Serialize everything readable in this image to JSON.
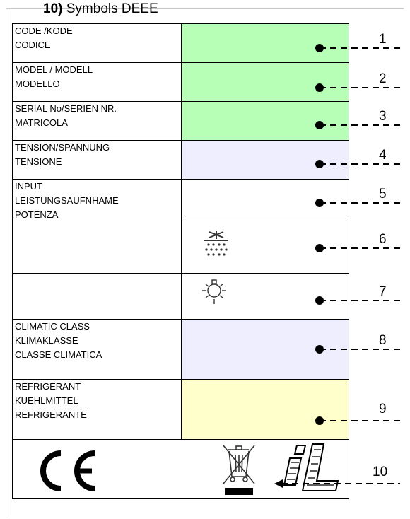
{
  "heading": {
    "number": "10)",
    "text": "Symbols DEEE"
  },
  "rows": [
    {
      "label": "CODE /KODE\nCODICE",
      "color": "#b7ffb7"
    },
    {
      "label": "MODEL / MODELL\nMODELLO",
      "color": "#b7ffb7"
    },
    {
      "label": "SERIAL No/SERIEN NR.\nMATRICOLA",
      "color": "#b7ffb7"
    },
    {
      "label": "TENSION/SPANNUNG\nTENSIONE",
      "color": "#eeeeff"
    },
    {
      "label": "INPUT\nLEISTUNGSAUFNHAME\nPOTENZA",
      "color": "#ffffff"
    },
    {
      "label": "",
      "color": "#ffffff"
    },
    {
      "label": "CLIMATIC CLASS\nKLIMAKLASSE\nCLASSE CLIMATICA",
      "color": "#eeeeff"
    },
    {
      "label": "REFRIGERANT\nKUEHLMITTEL\nREFRIGERANTE",
      "color": "#ffffcc"
    }
  ],
  "icons": {
    "defrost": "defrost-heater-icon",
    "lamp": "lamp-icon",
    "ce": "ce-mark-icon",
    "weee": "weee-crossed-bin-icon",
    "brand": "il-logo-icon"
  },
  "callouts": [
    "1",
    "2",
    "3",
    "4",
    "5",
    "6",
    "7",
    "8",
    "9",
    "10"
  ],
  "logos": {
    "ce": "CE",
    "brand": "iL"
  }
}
